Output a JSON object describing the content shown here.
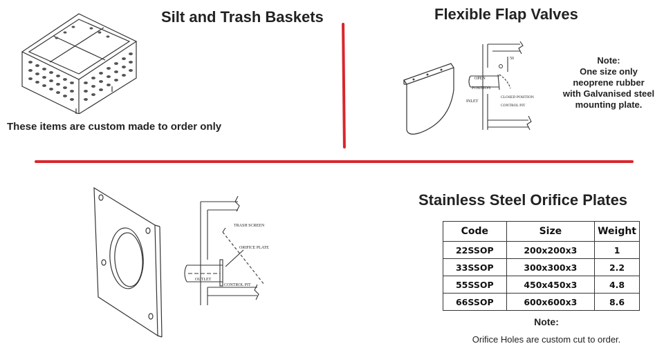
{
  "baskets": {
    "title": "Silt and Trash Baskets",
    "note": "These items are custom made to order only"
  },
  "flap": {
    "title": "Flexible Flap Valves",
    "note_heading": "Note:",
    "note_lines": [
      "One size only",
      "neoprene rubber",
      "with Galvanised steel",
      "mounting plate."
    ],
    "diagram_labels": {
      "open": "OPEN",
      "position": "POSITION",
      "inlet": "INLET",
      "closed_position": "CLOSED POSITION",
      "control_pit": "CONTROL PIT",
      "dim": "50"
    }
  },
  "orifice": {
    "title": "Stainless Steel Orifice Plates",
    "diagram_labels": {
      "trash_screen": "TRASH SCREEN",
      "orifice_plate": "ORIFICE PLATE",
      "outlet": "OUTLET",
      "control_pit": "CONTROL PIT"
    },
    "table": {
      "headers": [
        "Code",
        "Size",
        "Weight"
      ],
      "rows": [
        [
          "22SSOP",
          "200x200x3",
          "1"
        ],
        [
          "33SSOP",
          "300x300x3",
          "2.2"
        ],
        [
          "55SSOP",
          "450x450x3",
          "4.8"
        ],
        [
          "66SSOP",
          "600x600x3",
          "8.6"
        ]
      ]
    },
    "note_heading": "Note:",
    "note_text": "Orifice Holes are custom cut to order."
  },
  "colors": {
    "divider": "#d8262c"
  }
}
